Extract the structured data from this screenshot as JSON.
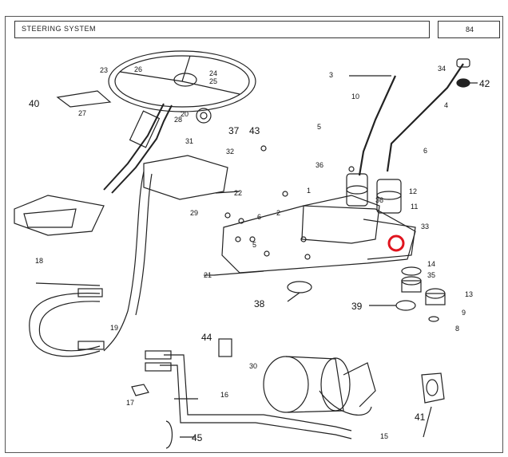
{
  "header": {
    "title": "STEERING SYSTEM",
    "page_number": "84"
  },
  "callouts_small": [
    "23",
    "26",
    "24",
    "25",
    "27",
    "28",
    "20",
    "31",
    "32",
    "22",
    "29",
    "21",
    "19",
    "18",
    "17",
    "16",
    "15",
    "1",
    "2",
    "3",
    "4",
    "5",
    "6",
    "8",
    "9",
    "10",
    "11",
    "12",
    "13",
    "14",
    "30",
    "33",
    "34",
    "35",
    "36",
    "36",
    "5",
    "6"
  ],
  "callouts_large": [
    "37",
    "43",
    "40",
    "42",
    "38",
    "39",
    "44",
    "45",
    "41"
  ],
  "highlight_marker": {
    "color": "#e0141e"
  }
}
